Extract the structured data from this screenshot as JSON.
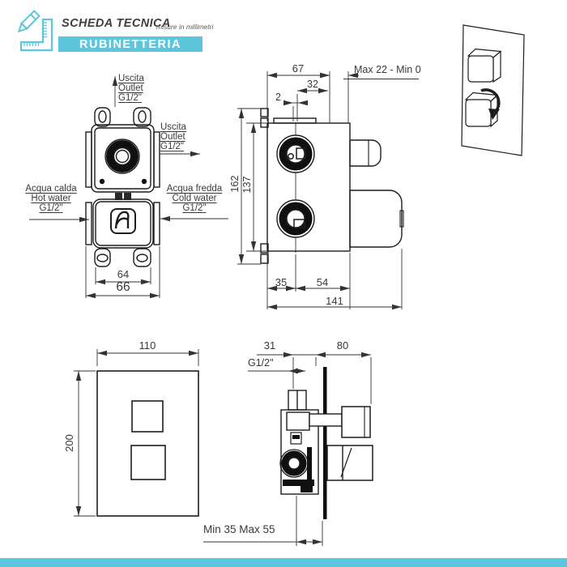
{
  "colors": {
    "accent": "#5cc6dc",
    "line": "#1d1d1d",
    "text": "#3a3a3a"
  },
  "header": {
    "icon": "ruler-pencil-icon",
    "title": "SCHEDA TECNICA",
    "subtitle": "misure in millimetri",
    "brand": "RUBINETTERIA"
  },
  "front_view": {
    "outlet_top": [
      "Uscita",
      "Outlet",
      "G1/2\""
    ],
    "outlet_side": [
      "Uscita",
      "Outlet",
      "G1/2\""
    ],
    "hot_inlet": [
      "Acqua calda",
      "Hot water",
      "G1/2\""
    ],
    "cold_inlet": [
      "Acqua fredda",
      "Cold water",
      "G1/2\""
    ],
    "dims": {
      "inner_width": "64",
      "outer_width": "66"
    }
  },
  "rear_view": {
    "dims": {
      "depth": "67",
      "knob_offset": "32",
      "offset_small": "2",
      "plaster_range": "Max 22 - Min 0",
      "height_overall": "162",
      "height_body": "137",
      "bottom_left": "35",
      "bottom_right": "54",
      "length_total": "141"
    }
  },
  "plate_view": {
    "dims": {
      "width": "110",
      "height": "200"
    }
  },
  "section_view": {
    "dims": {
      "fitting_offset": "31",
      "protrusion": "80",
      "thread": "G1/2\"",
      "install_depth": "Min 35 Max 55"
    }
  }
}
